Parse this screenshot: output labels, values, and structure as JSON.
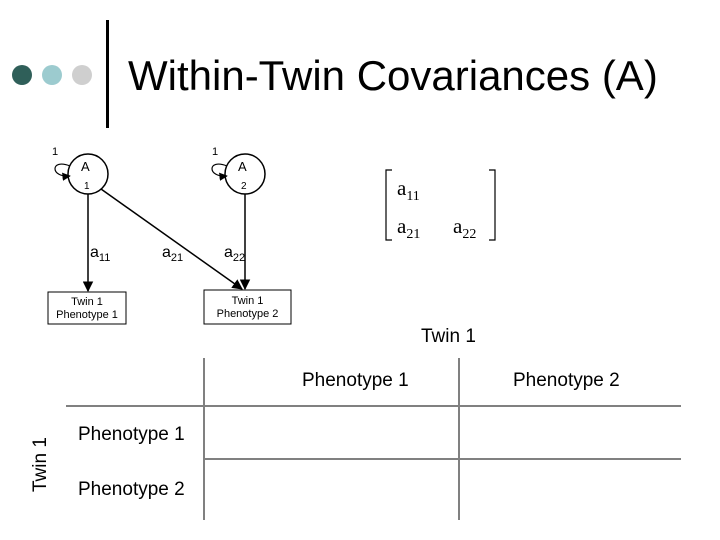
{
  "title": "Within-Twin Covariances (A)",
  "colors": {
    "dot_dark": "#2f5f59",
    "dot_teal": "#9ccbcf",
    "dot_light": "#cfcfcf",
    "grid": "#808080"
  },
  "diagram": {
    "latent1": {
      "letter": "A",
      "index": "1",
      "variance": "1"
    },
    "latent2": {
      "letter": "A",
      "index": "2",
      "variance": "1"
    },
    "paths": {
      "a11": {
        "base": "a",
        "sub": "11"
      },
      "a21": {
        "base": "a",
        "sub": "21"
      },
      "a22": {
        "base": "a",
        "sub": "22"
      }
    },
    "pheno1": {
      "line1": "Twin 1",
      "line2": "Phenotype 1"
    },
    "pheno2": {
      "line1": "Twin 1",
      "line2": "Phenotype 2"
    }
  },
  "matrix": {
    "a11": {
      "base": "a",
      "sub": "11"
    },
    "a21": {
      "base": "a",
      "sub": "21"
    },
    "a22": {
      "base": "a",
      "sub": "22"
    }
  },
  "table": {
    "top_label": "Twin 1",
    "side_label": "Twin 1",
    "col_headers": [
      "Phenotype 1",
      "Phenotype 2"
    ],
    "row_headers": [
      "Phenotype 1",
      "Phenotype 2"
    ]
  }
}
